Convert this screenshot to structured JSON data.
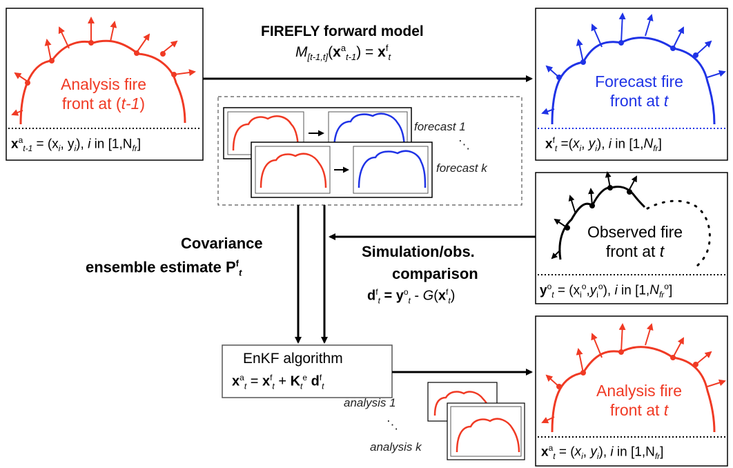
{
  "colors": {
    "analysis": "#f03a24",
    "forecast": "#1f33e6",
    "observed": "#000000"
  },
  "forward_model": {
    "title": "FIREFLY forward model",
    "equation": "M[t-1,t](xat-1) = xft"
  },
  "analysis_prev": {
    "line1": "Analysis fire",
    "line2": "front at (t-1)",
    "formula": "xat-1 = (xi, yi), i in [1,Nfr]"
  },
  "forecast": {
    "line1": "Forecast fire",
    "line2": "front at t",
    "formula": "xft =(xi, yi), i in [1,Nfr]"
  },
  "ensemble": {
    "label1": "forecast 1",
    "labelk": "forecast k",
    "dots": "⋱"
  },
  "observed": {
    "line1": "Observed fire",
    "line2": "front at t",
    "formula": "yot = (xio,yio), i in [1,Nfro]"
  },
  "covariance": {
    "line1": "Covariance",
    "line2": "ensemble estimate Pft"
  },
  "comparison": {
    "line1": "Simulation/obs.",
    "line2": "comparison",
    "equation": "dft = yot - G(xft)"
  },
  "enkf": {
    "title": "EnKF algorithm",
    "equation": "xat = xft + Ket dft"
  },
  "analysis_ens": {
    "label1": "analysis 1",
    "labelk": "analysis k",
    "dots": "⋱"
  },
  "analysis_t": {
    "line1": "Analysis fire",
    "line2": "front at t",
    "formula": "xat = (xi, yi), i in [1,Nfr]"
  }
}
